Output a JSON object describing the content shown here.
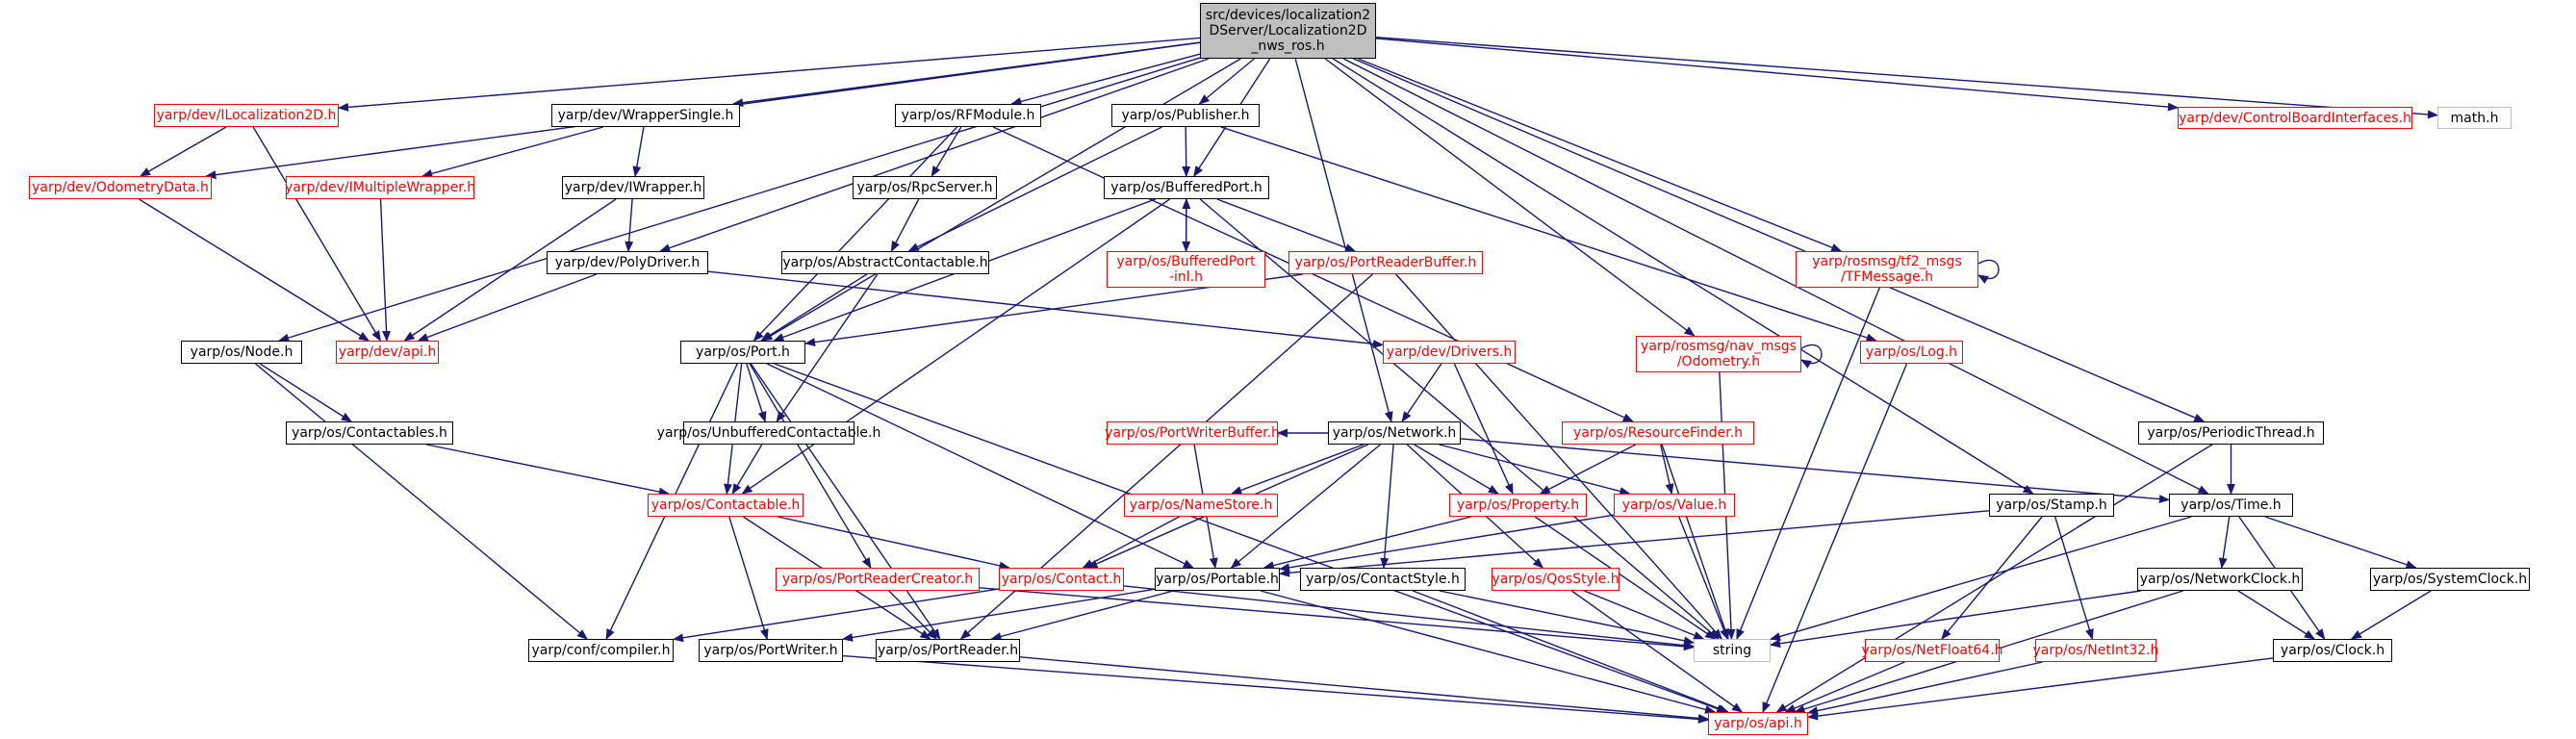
{
  "diagram": {
    "root": "src/devices/localization2\nDServer/Localization2D\n_nws_ros.h",
    "nodes": {
      "n_root": {
        "label": "src/devices/localization2\nDServer/Localization2D\n_nws_ros.h",
        "style": "root"
      },
      "n_ilocalization2d": {
        "label": "yarp/dev/ILocalization2D.h",
        "style": "red"
      },
      "n_wrappersingle": {
        "label": "yarp/dev/WrapperSingle.h",
        "style": "black"
      },
      "n_rfmodule": {
        "label": "yarp/os/RFModule.h",
        "style": "black"
      },
      "n_publisher": {
        "label": "yarp/os/Publisher.h",
        "style": "black"
      },
      "n_controlboard": {
        "label": "yarp/dev/ControlBoardInterfaces.h",
        "style": "red"
      },
      "n_math": {
        "label": "math.h",
        "style": "grey"
      },
      "n_odometrydata": {
        "label": "yarp/dev/OdometryData.h",
        "style": "red"
      },
      "n_imultiplewrapper": {
        "label": "yarp/dev/IMultipleWrapper.h",
        "style": "red"
      },
      "n_iwrapper": {
        "label": "yarp/dev/IWrapper.h",
        "style": "black"
      },
      "n_rpcserver": {
        "label": "yarp/os/RpcServer.h",
        "style": "black"
      },
      "n_bufferedport": {
        "label": "yarp/os/BufferedPort.h",
        "style": "black"
      },
      "n_bufferedportinl": {
        "label": "yarp/os/BufferedPort\n-inl.h",
        "style": "red"
      },
      "n_tfmessage": {
        "label": "yarp/rosmsg/tf2_msgs\n/TFMessage.h",
        "style": "red"
      },
      "n_polydriver": {
        "label": "yarp/dev/PolyDriver.h",
        "style": "black"
      },
      "n_abstractcontactable": {
        "label": "yarp/os/AbstractContactable.h",
        "style": "black"
      },
      "n_portreaderbuffer": {
        "label": "yarp/os/PortReaderBuffer.h",
        "style": "red"
      },
      "n_devapi": {
        "label": "yarp/dev/api.h",
        "style": "red"
      },
      "n_port": {
        "label": "yarp/os/Port.h",
        "style": "black"
      },
      "n_drivers": {
        "label": "yarp/dev/Drivers.h",
        "style": "red"
      },
      "n_odometry": {
        "label": "yarp/rosmsg/nav_msgs\n/Odometry.h",
        "style": "red"
      },
      "n_log": {
        "label": "yarp/os/Log.h",
        "style": "red"
      },
      "n_node": {
        "label": "yarp/os/Node.h",
        "style": "black"
      },
      "n_contactables": {
        "label": "yarp/os/Contactables.h",
        "style": "black"
      },
      "n_unbuffered": {
        "label": "yarp/os/UnbufferedContactable.h",
        "style": "black"
      },
      "n_portwriterbuffer": {
        "label": "yarp/os/PortWriterBuffer.h",
        "style": "red"
      },
      "n_network": {
        "label": "yarp/os/Network.h",
        "style": "black"
      },
      "n_resourcefinder": {
        "label": "yarp/os/ResourceFinder.h",
        "style": "red"
      },
      "n_periodicthread": {
        "label": "yarp/os/PeriodicThread.h",
        "style": "black"
      },
      "n_contactable": {
        "label": "yarp/os/Contactable.h",
        "style": "red"
      },
      "n_namestore": {
        "label": "yarp/os/NameStore.h",
        "style": "red"
      },
      "n_property": {
        "label": "yarp/os/Property.h",
        "style": "red"
      },
      "n_value": {
        "label": "yarp/os/Value.h",
        "style": "red"
      },
      "n_stamp": {
        "label": "yarp/os/Stamp.h",
        "style": "black"
      },
      "n_time": {
        "label": "yarp/os/Time.h",
        "style": "black"
      },
      "n_portreadercreator": {
        "label": "yarp/os/PortReaderCreator.h",
        "style": "red"
      },
      "n_contact": {
        "label": "yarp/os/Contact.h",
        "style": "red"
      },
      "n_portable": {
        "label": "yarp/os/Portable.h",
        "style": "black"
      },
      "n_contactstyle": {
        "label": "yarp/os/ContactStyle.h",
        "style": "black"
      },
      "n_qosstyle": {
        "label": "yarp/os/QosStyle.h",
        "style": "red"
      },
      "n_networkclock": {
        "label": "yarp/os/NetworkClock.h",
        "style": "black"
      },
      "n_systemclock": {
        "label": "yarp/os/SystemClock.h",
        "style": "black"
      },
      "n_compiler": {
        "label": "yarp/conf/compiler.h",
        "style": "black"
      },
      "n_portwriter": {
        "label": "yarp/os/PortWriter.h",
        "style": "black"
      },
      "n_portreader": {
        "label": "yarp/os/PortReader.h",
        "style": "black"
      },
      "n_string": {
        "label": "string",
        "style": "grey"
      },
      "n_netfloat64": {
        "label": "yarp/os/NetFloat64.h",
        "style": "red"
      },
      "n_netint32": {
        "label": "yarp/os/NetInt32.h",
        "style": "red"
      },
      "n_clock": {
        "label": "yarp/os/Clock.h",
        "style": "black"
      },
      "n_osapi": {
        "label": "yarp/os/api.h",
        "style": "red"
      }
    },
    "edges": [
      [
        "n_root",
        "n_ilocalization2d"
      ],
      [
        "n_root",
        "n_wrappersingle"
      ],
      [
        "n_root",
        "n_rfmodule"
      ],
      [
        "n_root",
        "n_publisher"
      ],
      [
        "n_root",
        "n_controlboard"
      ],
      [
        "n_root",
        "n_math"
      ],
      [
        "n_root",
        "n_odometrydata"
      ],
      [
        "n_root",
        "n_bufferedport"
      ],
      [
        "n_root",
        "n_tfmessage"
      ],
      [
        "n_root",
        "n_polydriver"
      ],
      [
        "n_root",
        "n_port"
      ],
      [
        "n_root",
        "n_odometry"
      ],
      [
        "n_root",
        "n_node"
      ],
      [
        "n_root",
        "n_network"
      ],
      [
        "n_root",
        "n_stamp"
      ],
      [
        "n_root",
        "n_time"
      ],
      [
        "n_root",
        "n_periodicthread"
      ],
      [
        "n_ilocalization2d",
        "n_odometrydata"
      ],
      [
        "n_ilocalization2d",
        "n_devapi"
      ],
      [
        "n_wrappersingle",
        "n_imultiplewrapper"
      ],
      [
        "n_wrappersingle",
        "n_iwrapper"
      ],
      [
        "n_imultiplewrapper",
        "n_devapi"
      ],
      [
        "n_iwrapper",
        "n_polydriver"
      ],
      [
        "n_iwrapper",
        "n_devapi"
      ],
      [
        "n_odometrydata",
        "n_devapi"
      ],
      [
        "n_polydriver",
        "n_devapi"
      ],
      [
        "n_polydriver",
        "n_drivers"
      ],
      [
        "n_rfmodule",
        "n_rpcserver"
      ],
      [
        "n_rfmodule",
        "n_port"
      ],
      [
        "n_rfmodule",
        "n_resourcefinder"
      ],
      [
        "n_rpcserver",
        "n_abstractcontactable"
      ],
      [
        "n_publisher",
        "n_bufferedport"
      ],
      [
        "n_publisher",
        "n_abstractcontactable"
      ],
      [
        "n_publisher",
        "n_log"
      ],
      [
        "n_bufferedport",
        "n_bufferedportinl"
      ],
      [
        "n_bufferedportinl",
        "n_bufferedport"
      ],
      [
        "n_bufferedport",
        "n_portreaderbuffer"
      ],
      [
        "n_bufferedport",
        "n_port"
      ],
      [
        "n_bufferedport",
        "n_contactable"
      ],
      [
        "n_bufferedport",
        "n_string"
      ],
      [
        "n_abstractcontactable",
        "n_port"
      ],
      [
        "n_abstractcontactable",
        "n_unbuffered"
      ],
      [
        "n_portreaderbuffer",
        "n_port"
      ],
      [
        "n_portreaderbuffer",
        "n_portreader"
      ],
      [
        "n_portreaderbuffer",
        "n_string"
      ],
      [
        "n_port",
        "n_unbuffered"
      ],
      [
        "n_port",
        "n_contactable"
      ],
      [
        "n_port",
        "n_portreadercreator"
      ],
      [
        "n_port",
        "n_portable"
      ],
      [
        "n_port",
        "n_compiler"
      ],
      [
        "n_port",
        "n_portreader"
      ],
      [
        "n_port",
        "n_osapi"
      ],
      [
        "n_node",
        "n_contactables"
      ],
      [
        "n_node",
        "n_compiler"
      ],
      [
        "n_contactables",
        "n_contactable"
      ],
      [
        "n_unbuffered",
        "n_contactable"
      ],
      [
        "n_contactable",
        "n_contact"
      ],
      [
        "n_contactable",
        "n_portwriter"
      ],
      [
        "n_contactable",
        "n_portreader"
      ],
      [
        "n_drivers",
        "n_network"
      ],
      [
        "n_drivers",
        "n_property"
      ],
      [
        "n_tfmessage",
        "n_tfmessage"
      ],
      [
        "n_tfmessage",
        "n_string"
      ],
      [
        "n_odometry",
        "n_odometry"
      ],
      [
        "n_odometry",
        "n_string"
      ],
      [
        "n_log",
        "n_osapi"
      ],
      [
        "n_portwriterbuffer",
        "n_portable"
      ],
      [
        "n_network",
        "n_namestore"
      ],
      [
        "n_network",
        "n_contact"
      ],
      [
        "n_network",
        "n_portable"
      ],
      [
        "n_network",
        "n_property"
      ],
      [
        "n_network",
        "n_value"
      ],
      [
        "n_network",
        "n_contactstyle"
      ],
      [
        "n_network",
        "n_qosstyle"
      ],
      [
        "n_network",
        "n_time"
      ],
      [
        "n_network",
        "n_portwriterbuffer"
      ],
      [
        "n_resourcefinder",
        "n_property"
      ],
      [
        "n_resourcefinder",
        "n_value"
      ],
      [
        "n_resourcefinder",
        "n_string"
      ],
      [
        "n_namestore",
        "n_contact"
      ],
      [
        "n_property",
        "n_portable"
      ],
      [
        "n_property",
        "n_string"
      ],
      [
        "n_value",
        "n_portable"
      ],
      [
        "n_value",
        "n_string"
      ],
      [
        "n_periodicthread",
        "n_time"
      ],
      [
        "n_periodicthread",
        "n_osapi"
      ],
      [
        "n_stamp",
        "n_portable"
      ],
      [
        "n_stamp",
        "n_netfloat64"
      ],
      [
        "n_stamp",
        "n_netint32"
      ],
      [
        "n_time",
        "n_networkclock"
      ],
      [
        "n_time",
        "n_systemclock"
      ],
      [
        "n_time",
        "n_clock"
      ],
      [
        "n_time",
        "n_string"
      ],
      [
        "n_portreadercreator",
        "n_portreader"
      ],
      [
        "n_portreadercreator",
        "n_string"
      ],
      [
        "n_contact",
        "n_compiler"
      ],
      [
        "n_contact",
        "n_string"
      ],
      [
        "n_portable",
        "n_portwriter"
      ],
      [
        "n_portable",
        "n_portreader"
      ],
      [
        "n_portable",
        "n_osapi"
      ],
      [
        "n_contactstyle",
        "n_string"
      ],
      [
        "n_contactstyle",
        "n_osapi"
      ],
      [
        "n_qosstyle",
        "n_string"
      ],
      [
        "n_qosstyle",
        "n_osapi"
      ],
      [
        "n_networkclock",
        "n_clock"
      ],
      [
        "n_networkclock",
        "n_string"
      ],
      [
        "n_networkclock",
        "n_osapi"
      ],
      [
        "n_systemclock",
        "n_clock"
      ],
      [
        "n_clock",
        "n_osapi"
      ],
      [
        "n_portwriter",
        "n_osapi"
      ],
      [
        "n_portreader",
        "n_osapi"
      ],
      [
        "n_netfloat64",
        "n_osapi"
      ],
      [
        "n_netint32",
        "n_osapi"
      ]
    ]
  },
  "colors": {
    "edge": "#191970",
    "red": "#ff0000",
    "grey": "#bfbfbf",
    "root_fill": "#bfbfbf"
  }
}
